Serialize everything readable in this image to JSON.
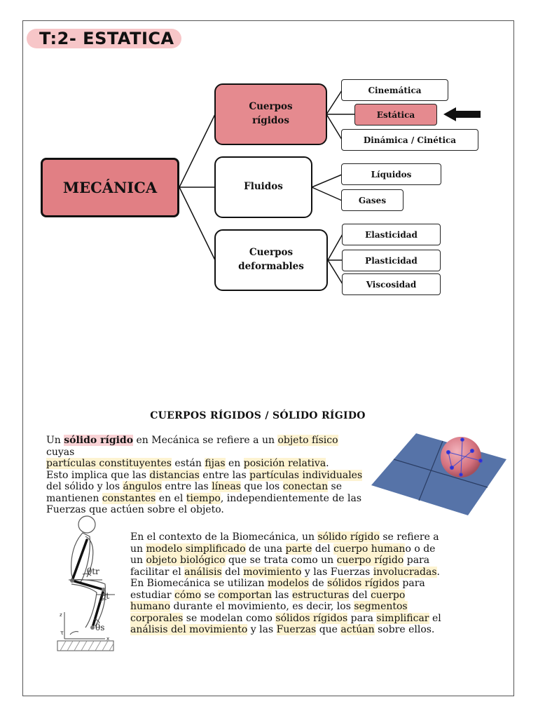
{
  "header": {
    "title": "T:2- ESTATICA"
  },
  "diagram": {
    "root": "MECÁNICA",
    "rigid": {
      "line1": "Cuerpos",
      "line2": "rígidos"
    },
    "fluids": {
      "label": "Fluidos"
    },
    "deformable": {
      "line1": "Cuerpos",
      "line2": "deformables"
    },
    "rigid_children": [
      "Cinemática",
      "Estática",
      "Dinámica / Cinética"
    ],
    "fluid_children": [
      "Líquidos",
      "Gases"
    ],
    "deformable_children": [
      "Elasticidad",
      "Plasticidad",
      "Viscosidad"
    ],
    "highlight_color": "#e58a8f",
    "root_color": "#e17f84",
    "arrow_icon": "arrow-left-icon"
  },
  "section": {
    "title": "CUERPOS RÍGIDOS / SÓLIDO RÍGIDO",
    "p1": {
      "t1": "Un ",
      "t2": "sólido rígido",
      "t3": " en Mecánica se refiere a un ",
      "t4": "objeto físico",
      "t5": " cuyas ",
      "t6": "partículas constituyentes",
      "t7": " están ",
      "t8": "fijas",
      "t9": " en ",
      "t10": "posición relativa",
      "t11": ".",
      "t12": "Esto implica que las ",
      "t13": "distancias",
      "t14": " entre las ",
      "t15": "partículas individuales",
      "t16": " del sólido y los ",
      "t17": "ángulos",
      "t18": " entre las ",
      "t19": "líneas",
      "t20": " que los ",
      "t21": "conectan",
      "t22": " se mantienen ",
      "t23": "constantes",
      "t24": " en el ",
      "t25": "tiempo",
      "t26": ", independientemente de las Fuerzas que actúen sobre el objeto."
    },
    "p2": {
      "t1": "En el contexto de la Biomecánica, un ",
      "t2": "sólido rígido",
      "t3": " se refiere a un ",
      "t4": "modelo simplificado",
      "t5": " de una ",
      "t6": "parte",
      "t7": " del ",
      "t8": "cuerpo human",
      "t9": "o o de un ",
      "t10": "objeto biológico",
      "t11": " que se trata como un ",
      "t12": "cuerpo rígido",
      "t13": " para facilitar el ",
      "t14": "análisis",
      "t15": " del ",
      "t16": "movimiento",
      "t17": " y las Fuerzas ",
      "t18": "involucradas",
      "t19": ".",
      "t20": "En Biomecánica se utilizan ",
      "t21": "modelos",
      "t22": " de ",
      "t23": "sólidos rígidos",
      "t24": " para estudiar ",
      "t25": "cómo",
      "t26": " se ",
      "t27": "comportan",
      "t28": " las ",
      "t29": "estructuras",
      "t30": " del ",
      "t31": "cuerpo humano",
      "t32": " durante el movimiento, es decir, los ",
      "t33": "segmentos corporales",
      "t34": " se modelan como ",
      "t35": "sólidos rígidos",
      "t36": " para ",
      "t37": "simplificar",
      "t38": " el ",
      "t39": "análisis del movimiento",
      "t40": " y las ",
      "t41": "Fuerzas",
      "t42": " que ",
      "t43": "actúan",
      "t44": " sobre ellos."
    }
  },
  "figure_left": {
    "theta_tr": "θtr",
    "theta_t": "θt",
    "theta_s": "θs",
    "axis_z": "z",
    "axis_x": "x",
    "tau": "τ"
  },
  "figure_right": {
    "plane_color": "#5673a8",
    "sphere_color": "#d4717e"
  }
}
